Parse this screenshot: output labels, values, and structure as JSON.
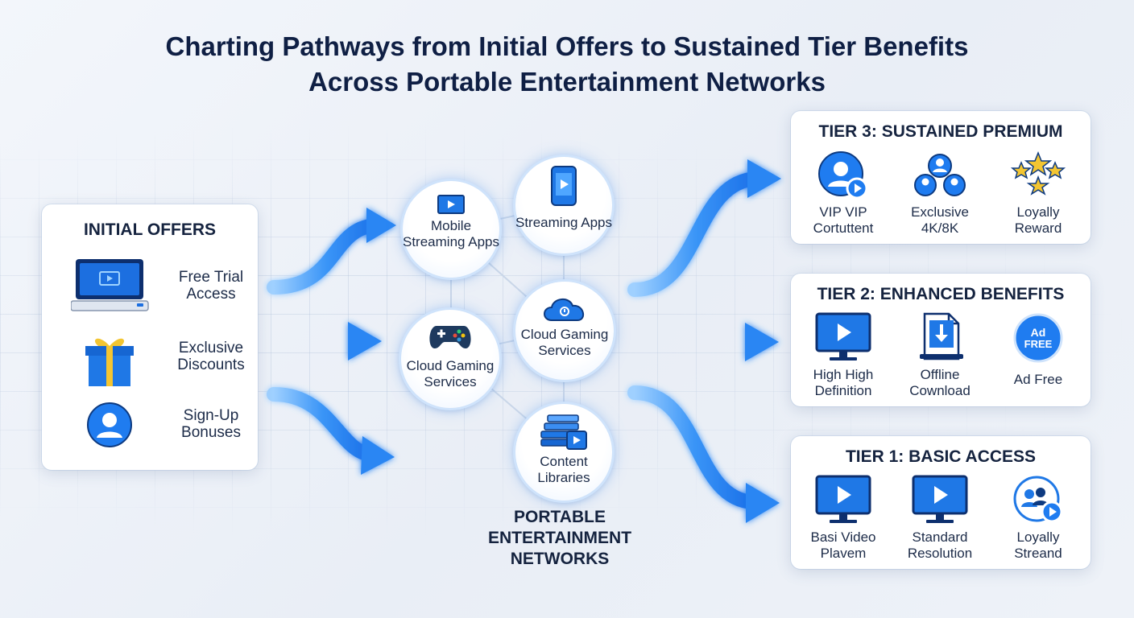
{
  "title": {
    "line1": "Charting Pathways from Initial Offers to Sustained Tier Benefits",
    "line2": "Across Portable Entertainment Networks"
  },
  "initial_offers": {
    "title": "INITIAL OFFERS",
    "items": [
      {
        "label": "Free Trial Access",
        "icon": "laptop-icon"
      },
      {
        "label": "Exclusive Discounts",
        "icon": "gift-icon"
      },
      {
        "label": "Sign-Up Bonuses",
        "icon": "user-icon"
      }
    ]
  },
  "network": {
    "label_line1": "PORTABLE",
    "label_line2": "ENTERTAINMENT",
    "label_line3": "NETWORKS",
    "nodes": [
      {
        "label": "Mobile Streaming Apps",
        "icon": "video-icon"
      },
      {
        "label": "Streaming Apps",
        "icon": "phone-icon"
      },
      {
        "label": "Cloud Gaming Services",
        "icon": "cloud-icon"
      },
      {
        "label": "Cloud Gaming Services",
        "icon": "gamepad-icon"
      },
      {
        "label": "Content Libraries",
        "icon": "library-icon"
      }
    ]
  },
  "tiers": [
    {
      "title": "TIER 3: SUSTAINED PREMIUM",
      "items": [
        {
          "label": "VIP VIP Cortuttent",
          "icon": "vip-user-icon"
        },
        {
          "label": "Exclusive 4K/8K",
          "icon": "group-icon"
        },
        {
          "label": "Loyally Reward",
          "icon": "stars-icon"
        }
      ]
    },
    {
      "title": "TIER 2: ENHANCED BENEFITS",
      "items": [
        {
          "label": "High High Definition",
          "icon": "monitor-play-icon"
        },
        {
          "label": "Offline Cownload",
          "icon": "download-icon"
        },
        {
          "label": "Ad Free",
          "icon": "ad-free-icon",
          "badge": "Ad FREE"
        }
      ]
    },
    {
      "title": "TIER 1: BASIC ACCESS",
      "items": [
        {
          "label": "Basi Video Plavem",
          "icon": "monitor-play-icon"
        },
        {
          "label": "Standard Resolution",
          "icon": "monitor-play-icon"
        },
        {
          "label": "Loyally Streand",
          "icon": "community-icon"
        }
      ]
    }
  ],
  "colors": {
    "accent": "#1e7cf2",
    "accent_light": "#59b0ff",
    "dark_icon": "#0d3a80",
    "text": "#14213d"
  }
}
